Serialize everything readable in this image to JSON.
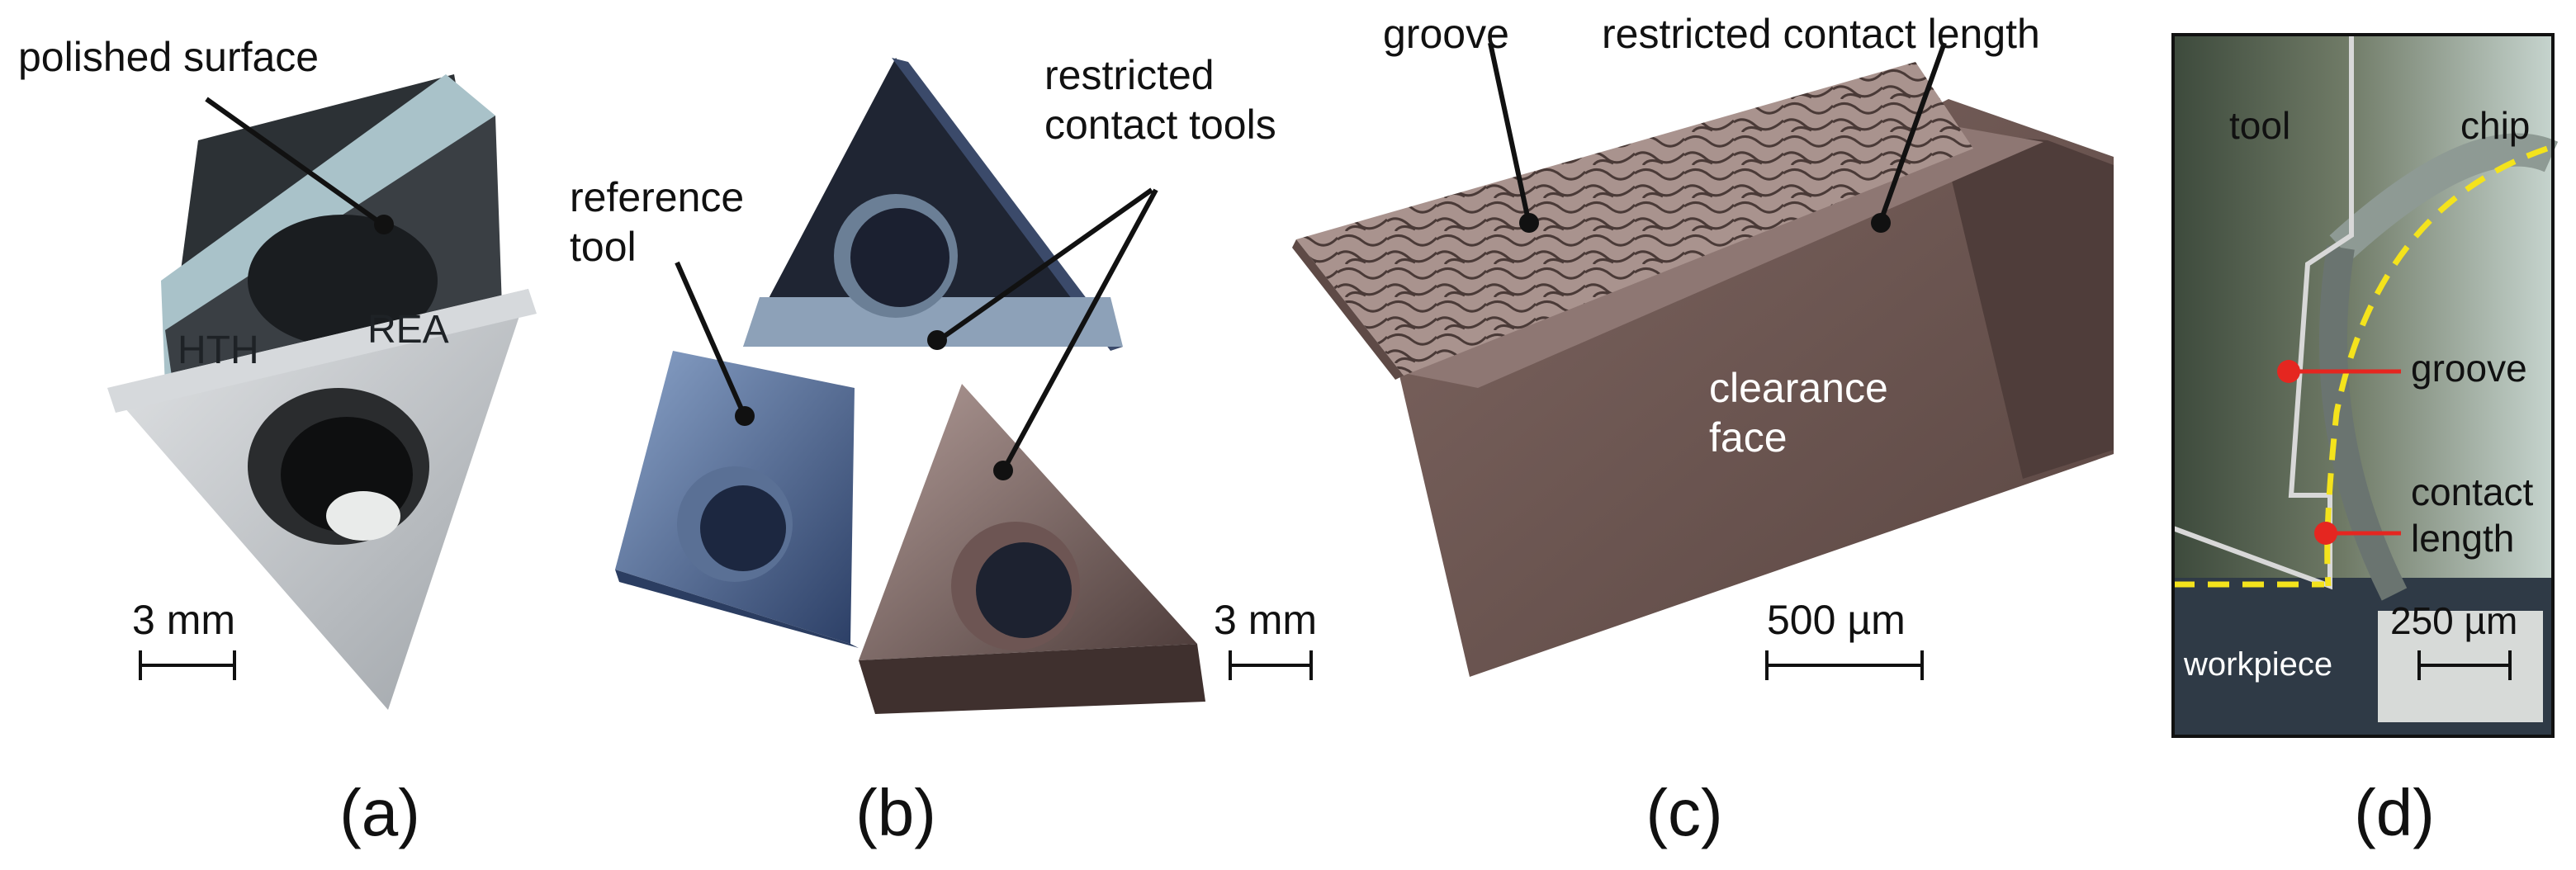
{
  "panels": {
    "a": {
      "caption": "(a)",
      "labels": {
        "polished_surface": "polished surface"
      },
      "scale_bar": "3 mm",
      "colors": {
        "insert": "#c7cbcf",
        "top_face": "#a9c2c9"
      }
    },
    "b": {
      "caption": "(b)",
      "labels": {
        "restricted_line1": "restricted",
        "restricted_line2": "contact tools",
        "reference_line1": "reference",
        "reference_line2": "tool"
      },
      "scale_bar": "3 mm",
      "colors": {
        "dark_insert": "#1f2533",
        "blue_insert": "#5f7aa8",
        "brown_insert": "#8a7470"
      }
    },
    "c": {
      "caption": "(c)",
      "labels": {
        "groove": "groove",
        "restricted_contact_length": "restricted contact length",
        "clearance_line1": "clearance",
        "clearance_line2": "face"
      },
      "scale_bar": "500 µm",
      "colors": {
        "body": "#6e5752",
        "texture": "#a08c88"
      }
    },
    "d": {
      "caption": "(d)",
      "labels": {
        "tool": "tool",
        "chip": "chip",
        "groove": "groove",
        "contact_line1": "contact",
        "contact_line2": "length",
        "workpiece": "workpiece"
      },
      "scale_bar": "250 µm",
      "colors": {
        "marker": "#e52620",
        "dashed": "#f4e31c",
        "outline": "#d8d8d8"
      }
    }
  }
}
